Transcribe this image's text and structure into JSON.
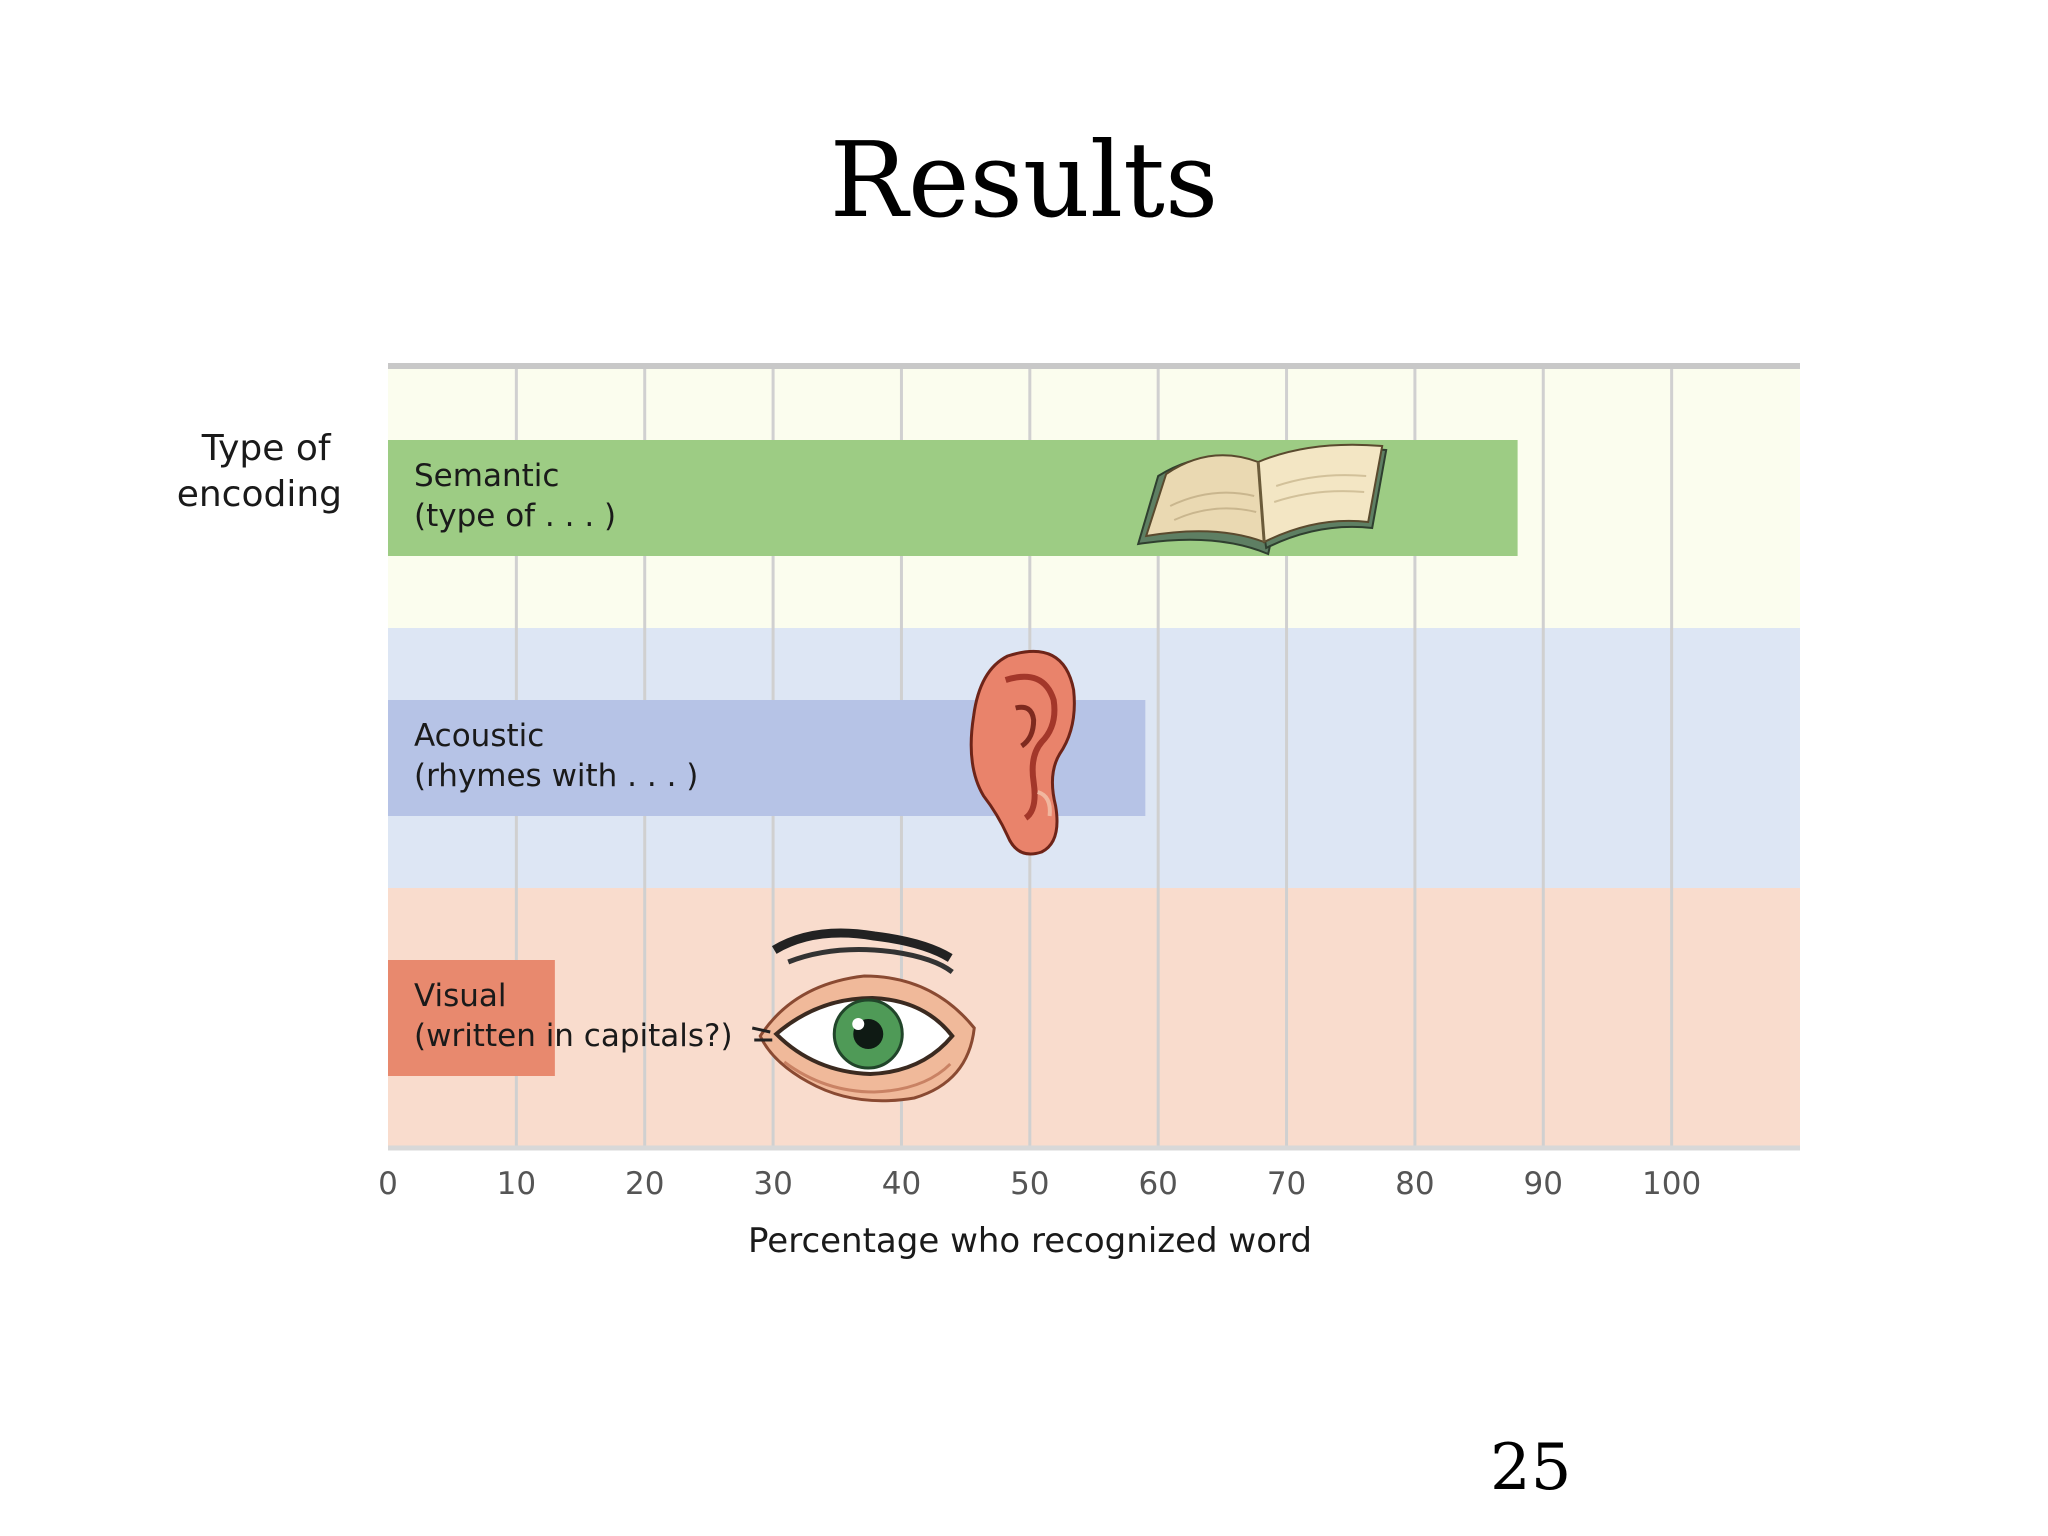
{
  "slide": {
    "title": "Results",
    "page_number": "25"
  },
  "colors": {
    "semantic_bar": "#9dcc84",
    "acoustic_bar": "#b6c3e6",
    "visual_bar": "#e8896e",
    "semantic_band": "#fbfdee",
    "acoustic_band": "#dde6f4",
    "visual_band": "#f9dccd",
    "grid": "#d0d0d0"
  },
  "chart_data": {
    "type": "bar",
    "orientation": "horizontal",
    "title": "",
    "ylabel": "Type of encoding",
    "ylabel_lines": [
      "Type of",
      "encoding"
    ],
    "xlabel": "Percentage who recognized word",
    "xlim": [
      0,
      110
    ],
    "xticks": [
      0,
      10,
      20,
      30,
      40,
      50,
      60,
      70,
      80,
      90,
      100
    ],
    "grid": true,
    "categories": [
      {
        "label_line1": "Semantic",
        "label_line2": "(type of . . . )",
        "value": 88,
        "icon": "book-icon"
      },
      {
        "label_line1": "Acoustic",
        "label_line2": "(rhymes with . . . )",
        "value": 59,
        "icon": "ear-icon"
      },
      {
        "label_line1": "Visual",
        "label_line2": "(written in capitals?)",
        "value": 13,
        "icon": "eye-icon"
      }
    ]
  }
}
